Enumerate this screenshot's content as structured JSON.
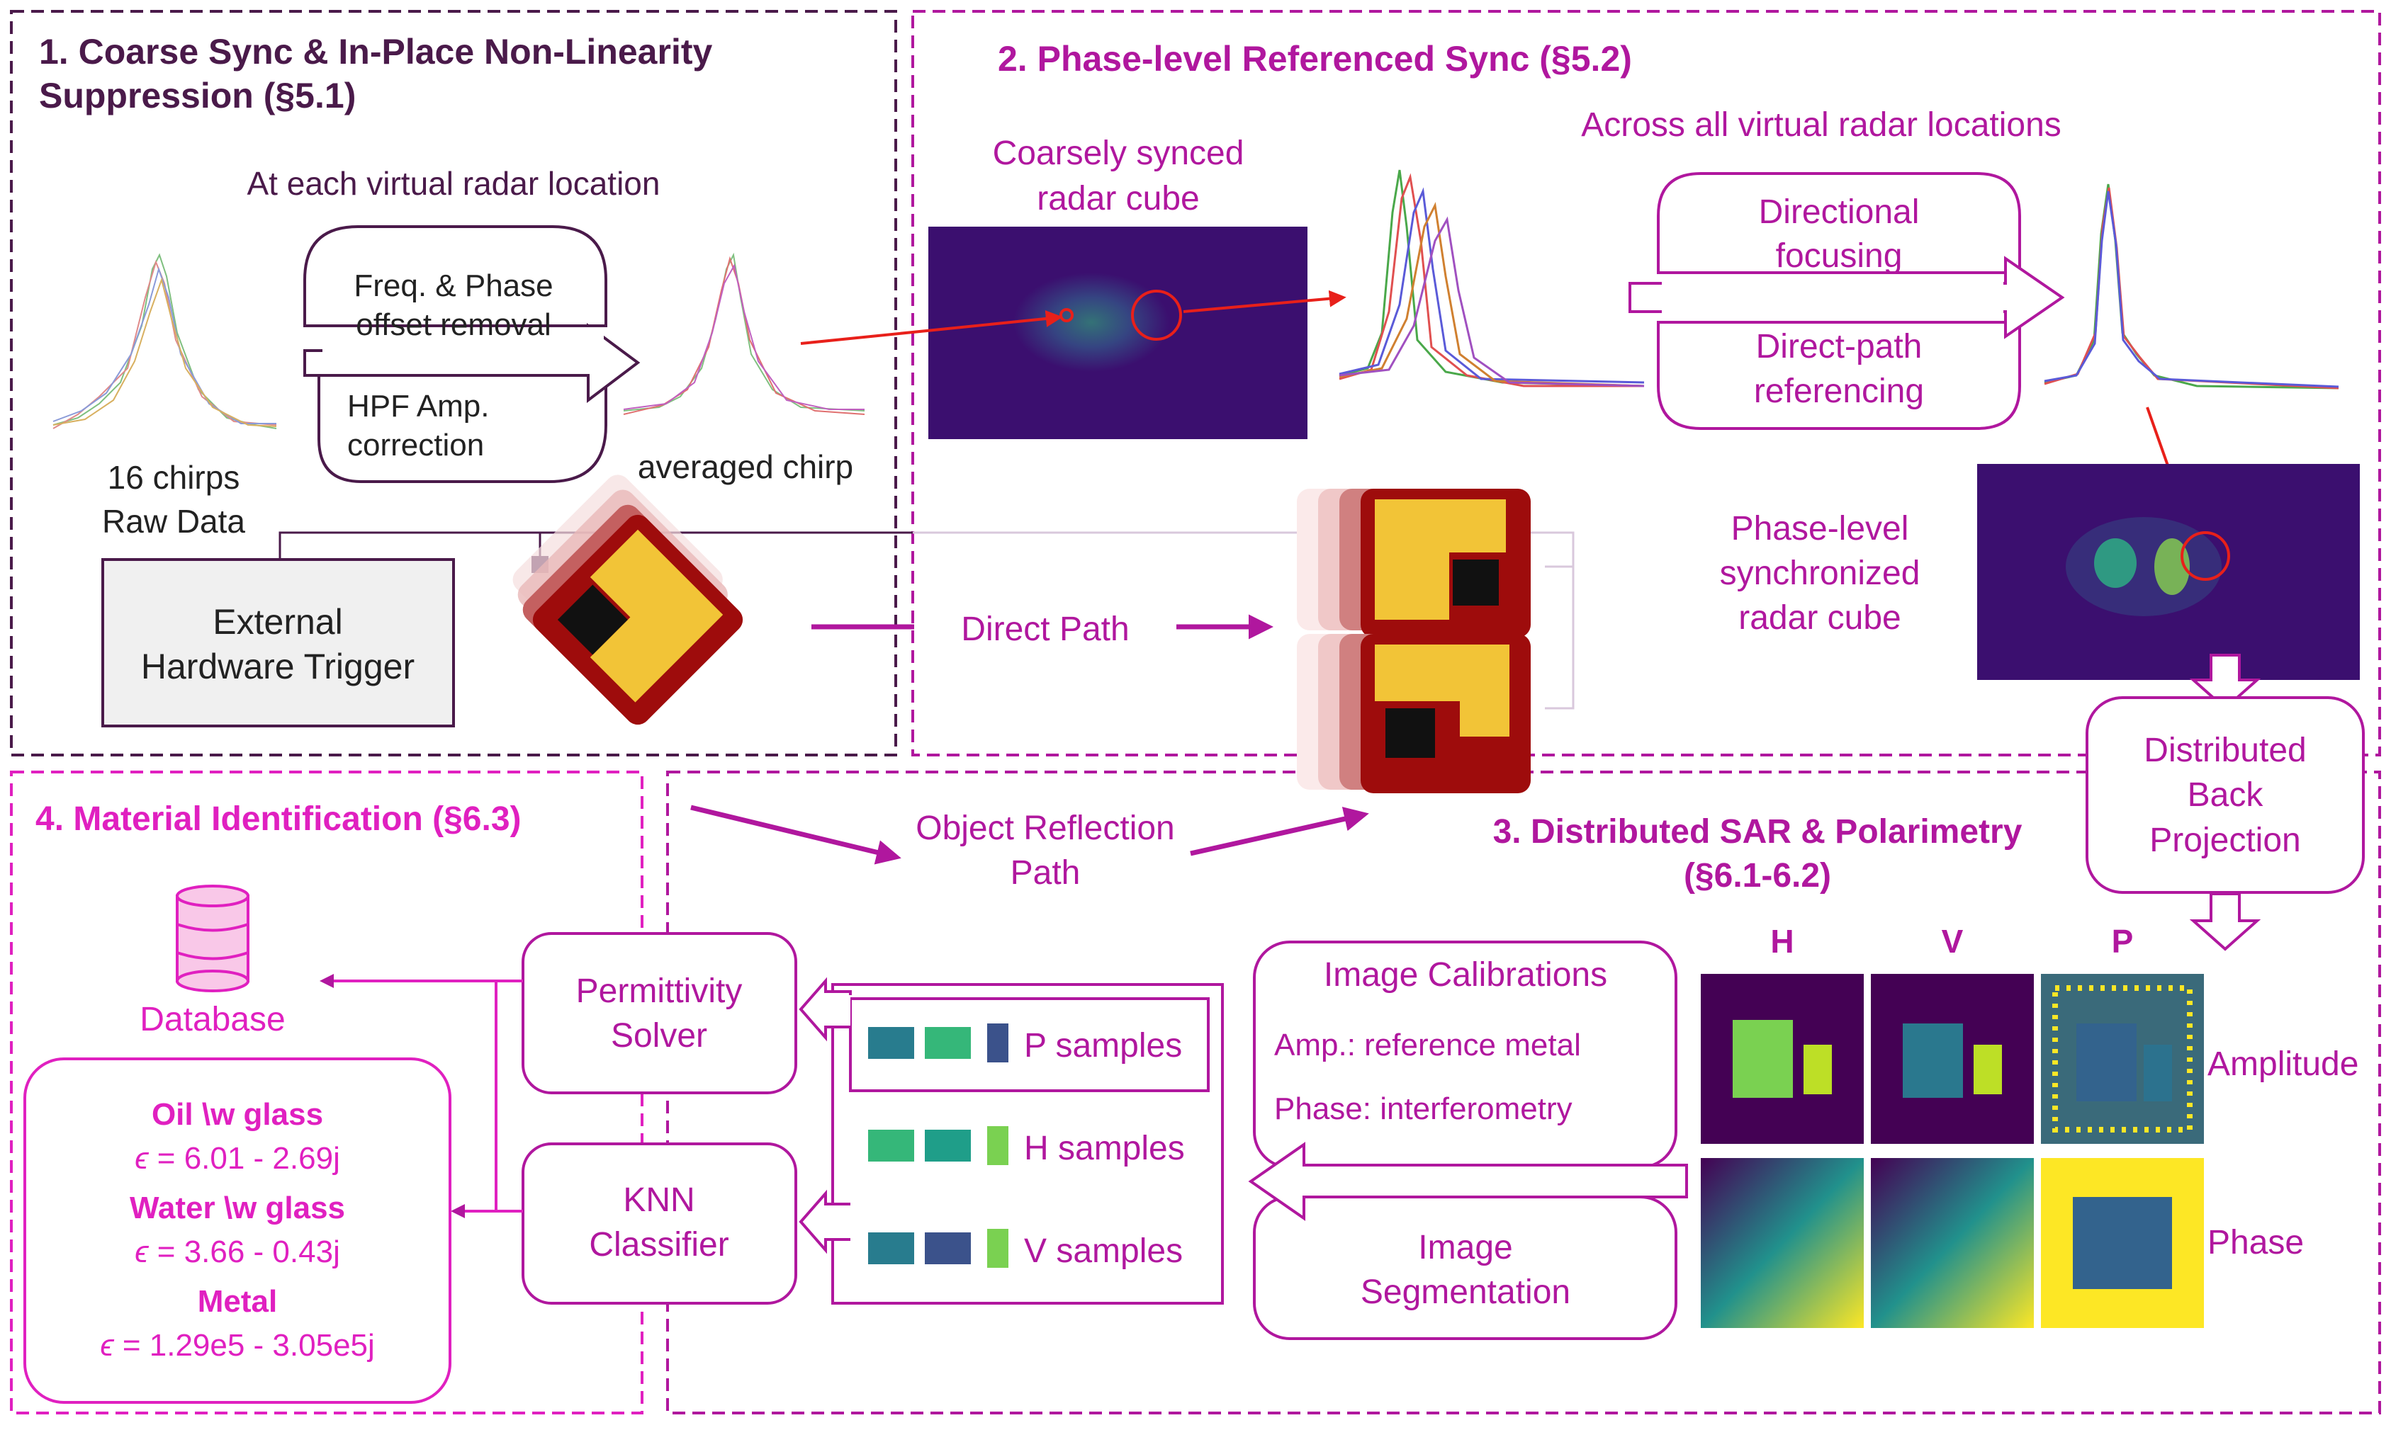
{
  "colors": {
    "section1": "#4a1a4a",
    "magenta": "#b0179e",
    "pink": "#e020c0",
    "box_border": "#b0179e",
    "chip_red": "#9e0c0c",
    "chip_yellow": "#f2c437",
    "arrow_red": "#e8201a",
    "viridis_dark": "#3b0f6f"
  },
  "section1": {
    "title_line1": "1. Coarse Sync & In-Place Non-Linearity",
    "title_line2": "Suppression (§5.1)",
    "subtitle": "At each virtual radar location",
    "raw_label_line1": "16 chirps",
    "raw_label_line2": "Raw Data",
    "step1_line1": "Freq. & Phase",
    "step1_line2": "offset removal",
    "step2_line1": "HPF Amp.",
    "step2_line2": "correction",
    "avg_label": "averaged chirp",
    "trigger_line1": "External",
    "trigger_line2": "Hardware Trigger"
  },
  "section2": {
    "title": "2. Phase-level Referenced Sync (§5.2)",
    "cube_label_line1": "Coarsely synced",
    "cube_label_line2": "radar cube",
    "across_label": "Across all virtual radar locations",
    "focus_line1": "Directional",
    "focus_line2": "focusing",
    "ref_line1": "Direct-path",
    "ref_line2": "referencing",
    "sync_label_line1": "Phase-level",
    "sync_label_line2": "synchronized",
    "sync_label_line3": "radar cube",
    "direct_path": "Direct Path"
  },
  "section3": {
    "title_line1": "3. Distributed SAR & Polarimetry",
    "title_line2": "(§6.1-6.2)",
    "dbp_line1": "Distributed",
    "dbp_line2": "Back",
    "dbp_line3": "Projection",
    "col_h": "H",
    "col_v": "V",
    "col_p": "P",
    "row_amp": "Amplitude",
    "row_phase": "Phase",
    "calib_title": "Image Calibrations",
    "calib_amp": "Amp.: reference metal",
    "calib_phase": "Phase: interferometry",
    "seg_line1": "Image",
    "seg_line2": "Segmentation",
    "obj_line1": "Object Reflection",
    "obj_line2": "Path",
    "p_samples": "P samples",
    "h_samples": "H samples",
    "v_samples": "V samples"
  },
  "section4": {
    "title": "4. Material Identification (§6.3)",
    "database": "Database",
    "solver_line1": "Permittivity",
    "solver_line2": "Solver",
    "knn_line1": "KNN",
    "knn_line2": "Classifier",
    "results": [
      {
        "name": "Oil \\w glass",
        "eps_symbol": "ϵ",
        "value": " = 6.01 - 2.69j"
      },
      {
        "name": "Water \\w glass",
        "eps_symbol": "ϵ",
        "value": " = 3.66 - 0.43j"
      },
      {
        "name": "Metal",
        "eps_symbol": "ϵ",
        "value": " = 1.29e5 - 3.05e5j"
      }
    ]
  }
}
